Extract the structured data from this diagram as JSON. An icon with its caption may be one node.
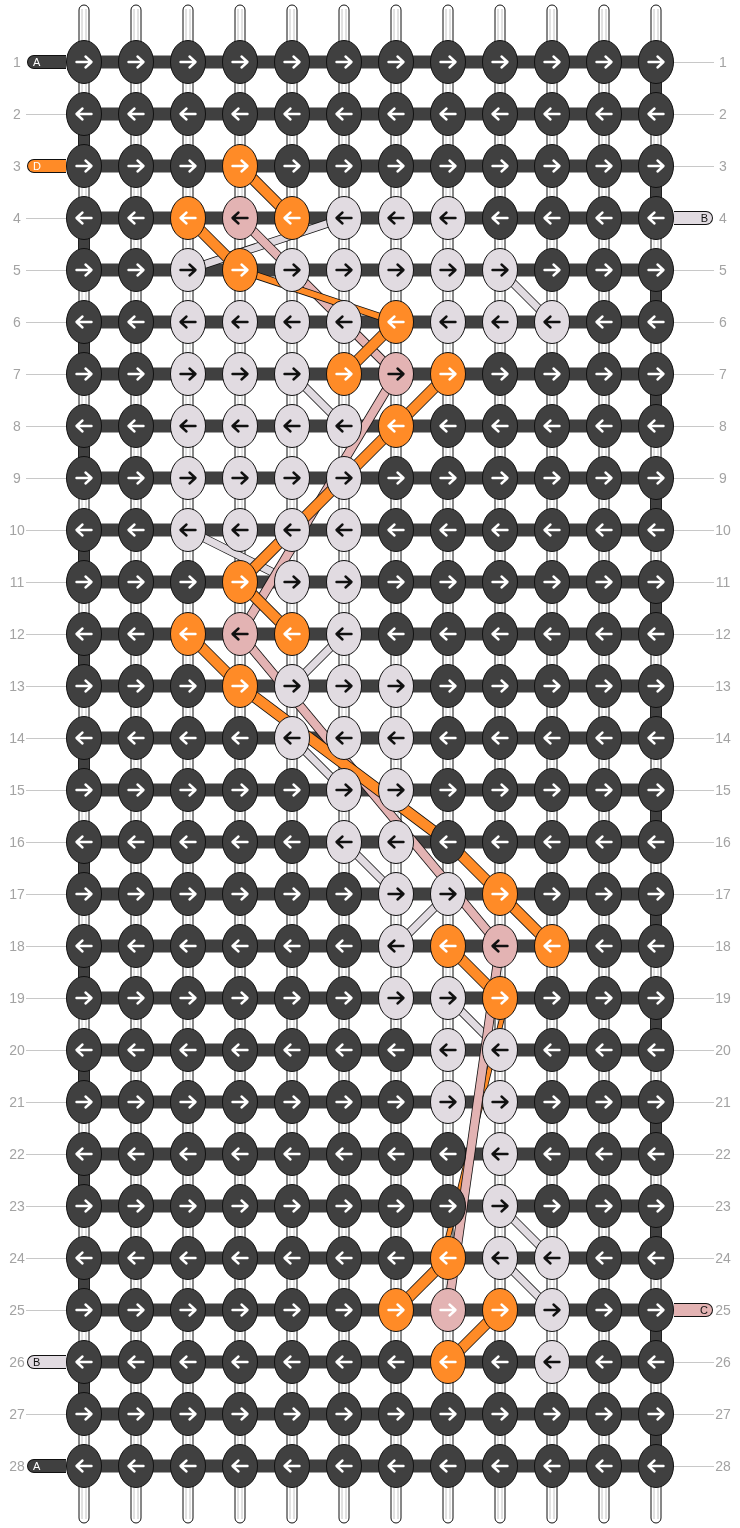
{
  "diagram": {
    "nodes": [
      {
        "text": [
          "A"
        ]
      },
      {
        "text": [
          "D"
        ]
      },
      {
        "text": [
          "B"
        ]
      },
      {
        "text": [
          "C"
        ]
      },
      {
        "text": [
          "B"
        ]
      },
      {
        "text": [
          "A"
        ]
      }
    ],
    "labels": [
      "1",
      "1",
      "2",
      "2",
      "3",
      "3",
      "4",
      "4",
      "5",
      "5",
      "6",
      "6",
      "7",
      "7",
      "8",
      "8",
      "9",
      "9",
      "10",
      "10",
      "11",
      "11",
      "12",
      "12",
      "13",
      "13",
      "14",
      "14",
      "15",
      "15",
      "16",
      "16",
      "17",
      "17",
      "18",
      "18",
      "19",
      "19",
      "20",
      "20",
      "21",
      "21",
      "22",
      "22",
      "23",
      "23",
      "24",
      "24",
      "25",
      "25",
      "26",
      "26",
      "27",
      "27",
      "28",
      "28"
    ]
  }
}
